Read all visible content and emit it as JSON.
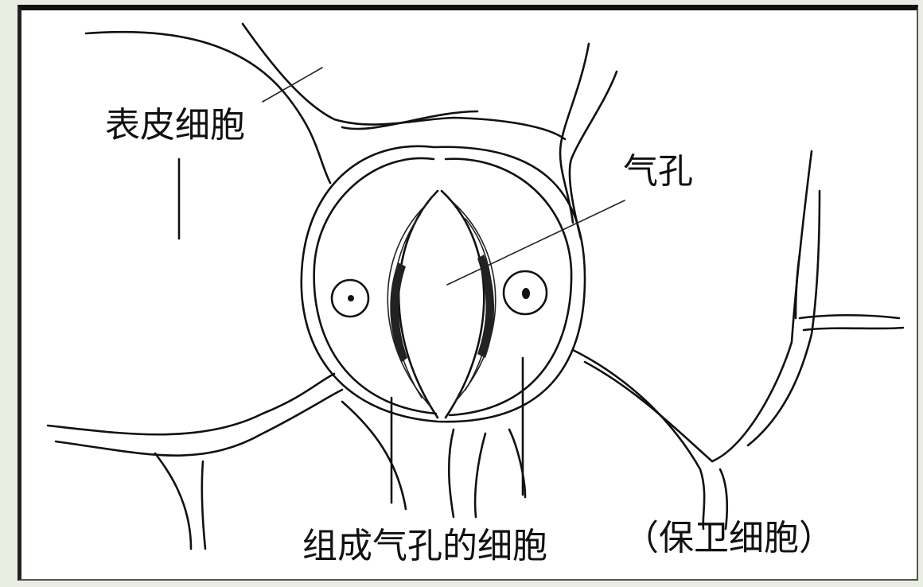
{
  "labels": {
    "epidermal_cell": "表皮细胞",
    "stoma": "气孔",
    "cells_forming_stoma": "组成气孔的细胞",
    "guard_cell": "（保卫细胞）"
  }
}
